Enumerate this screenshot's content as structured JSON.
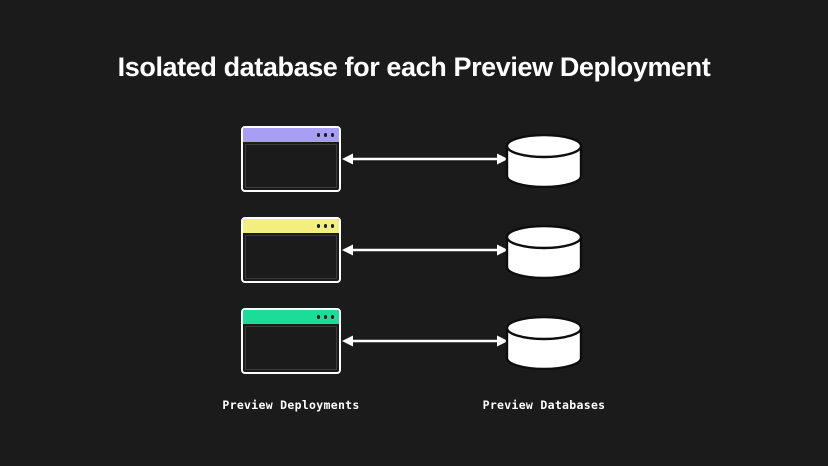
{
  "slide": {
    "background_color": "#1b1b1b",
    "title": "Isolated database for each Preview Deployment"
  },
  "diagram": {
    "type": "one-to-one-mapping",
    "left_column_caption": "Preview Deployments",
    "right_column_caption": "Preview Databases",
    "connector_icon": "double-headed-arrow",
    "connector_color": "#ffffff",
    "rows": [
      {
        "deployment": {
          "icon": "browser-window-icon",
          "titlebar_color": "#a99ef5",
          "border_color": "#ffffff",
          "window_controls": [
            "dot",
            "dot",
            "dot"
          ]
        },
        "database": {
          "icon": "database-cylinder-icon",
          "fill_color": "#ffffff",
          "stroke_color": "#0d0d0d"
        }
      },
      {
        "deployment": {
          "icon": "browser-window-icon",
          "titlebar_color": "#f3ee80",
          "border_color": "#ffffff",
          "window_controls": [
            "dot",
            "dot",
            "dot"
          ]
        },
        "database": {
          "icon": "database-cylinder-icon",
          "fill_color": "#ffffff",
          "stroke_color": "#0d0d0d"
        }
      },
      {
        "deployment": {
          "icon": "browser-window-icon",
          "titlebar_color": "#1bdc99",
          "border_color": "#ffffff",
          "window_controls": [
            "dot",
            "dot",
            "dot"
          ]
        },
        "database": {
          "icon": "database-cylinder-icon",
          "fill_color": "#ffffff",
          "stroke_color": "#0d0d0d"
        }
      }
    ]
  }
}
